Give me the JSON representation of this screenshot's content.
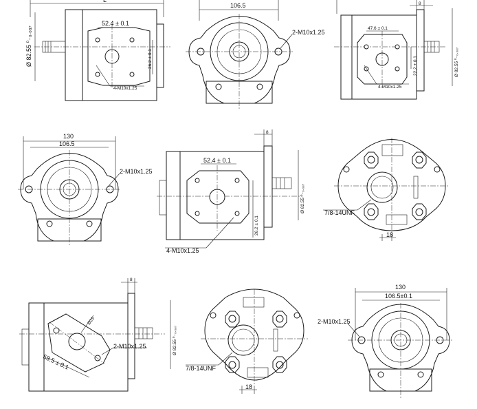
{
  "views": [
    {
      "name": "side-view-1",
      "labels": {
        "length": "L",
        "pilot": "Ø 82.55 ⁰₋₀.₀₈₇",
        "pattern_h": "52.4 ± 0.1",
        "pattern_v": "26.2 ± 0.1",
        "ports": "4-M10x1.25"
      }
    },
    {
      "name": "front-view-1",
      "labels": {
        "width": "106.5",
        "mount": "2-M10x1.25"
      }
    },
    {
      "name": "side-view-2",
      "labels": {
        "flange": "8",
        "pattern_h": "47.6 ± 0.1",
        "pattern_v": "22.2 ± 0.1",
        "pilot": "Ø 82.55 ⁰₋₀.₀₈₇",
        "ports": "4-M10x1.25"
      }
    },
    {
      "name": "front-view-2",
      "labels": {
        "outer": "130",
        "inner": "106.5",
        "mount": "2-M10x1.25"
      }
    },
    {
      "name": "side-view-3",
      "labels": {
        "flange": "8",
        "pattern_h": "52.4 ± 0.1",
        "pattern_v": "26.2 ± 0.1",
        "pilot": "Ø 82.55 ⁰₋₀.₀₈₇",
        "ports": "4-M10x1.25"
      }
    },
    {
      "name": "rear-view-1",
      "labels": {
        "thread": "7/8-14UNF",
        "offset": "18"
      }
    },
    {
      "name": "side-view-4",
      "labels": {
        "flange": "8",
        "bore": "Ø25",
        "pattern": "58.5 ± 0.1",
        "mount": "2-M10x1.25",
        "pilot": "Ø 82.55 ⁰₋₀.₀₈₇"
      }
    },
    {
      "name": "rear-view-2",
      "labels": {
        "thread": "7/8-14UNF",
        "offset": "18"
      }
    },
    {
      "name": "front-view-3",
      "labels": {
        "outer": "130",
        "inner": "106.5±0.1",
        "mount": "2-M10x1.25"
      }
    }
  ]
}
